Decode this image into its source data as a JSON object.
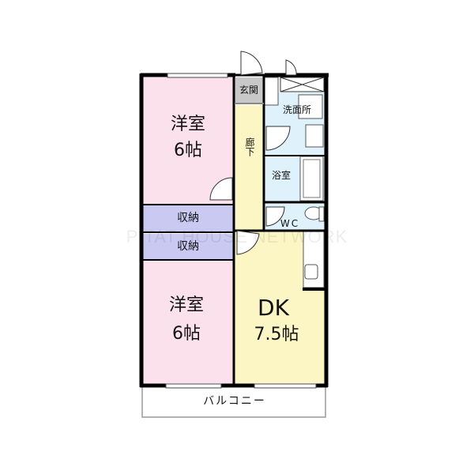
{
  "floorplan": {
    "rooms": {
      "western_room_1": {
        "name": "洋室",
        "size": "6帖"
      },
      "storage_1": {
        "name": "収納"
      },
      "storage_2": {
        "name": "収納"
      },
      "western_room_2": {
        "name": "洋室",
        "size": "6帖"
      },
      "entrance": {
        "name": "玄関"
      },
      "hallway": {
        "name": "廊下"
      },
      "washroom": {
        "name": "洗面所"
      },
      "bathroom": {
        "name": "浴室"
      },
      "toilet": {
        "name": "WC"
      },
      "dining_kitchen": {
        "name": "DK",
        "size": "7.5帖"
      },
      "balcony": {
        "name": "バルコニー"
      }
    },
    "watermark": "PITAT HOUSE NETWORK",
    "colors": {
      "western_room": "#fbe1ec",
      "storage": "#c9c9f2",
      "hallway": "#fbf6c4",
      "entrance": "#c8c8c8",
      "wet_area": "#dff1fb",
      "wall": "#000000"
    }
  }
}
